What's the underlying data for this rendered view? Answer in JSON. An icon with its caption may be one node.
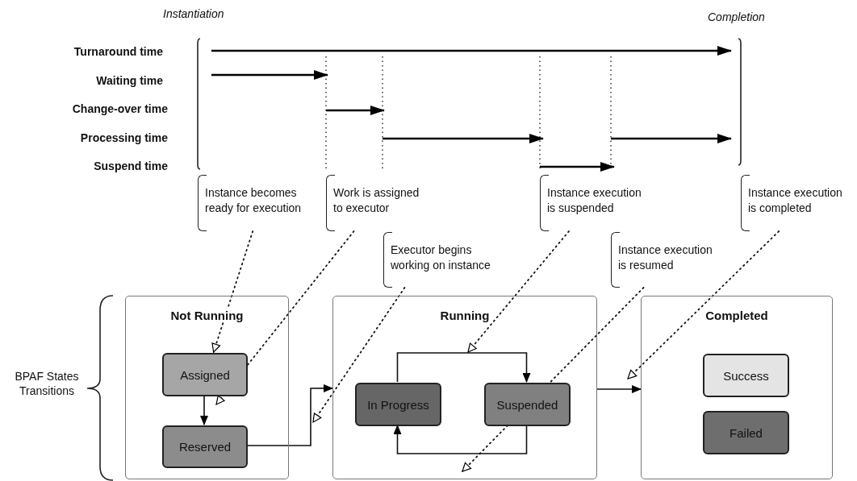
{
  "diagram": {
    "nodes": [
      {
        "text": [
          "Not Running"
        ]
      },
      {
        "text": [
          "Assigned"
        ],
        "in": 0
      },
      {
        "text": [
          "Reserved"
        ],
        "in": 0
      },
      {
        "text": [
          "Running"
        ]
      },
      {
        "text": [
          "In Progress"
        ],
        "in": 3
      },
      {
        "text": [
          "Suspended"
        ],
        "in": 3
      },
      {
        "text": [
          "Completed"
        ]
      },
      {
        "text": [
          "Success"
        ],
        "in": 6
      },
      {
        "text": [
          "Failed"
        ],
        "in": 6
      },
      {
        "text": [
          "Instance becomes ready for execution"
        ]
      },
      {
        "text": [
          "Work is assigned to executor"
        ]
      },
      {
        "text": [
          "Executor begins working on instance"
        ]
      },
      {
        "text": [
          "Instance execution is suspended"
        ]
      },
      {
        "text": [
          "Instance execution is resumed"
        ]
      },
      {
        "text": [
          "Instance execution is completed"
        ]
      }
    ],
    "edges": [
      {
        "from": 1,
        "to": 2,
        "arrow": "to"
      },
      {
        "from": 2,
        "to": 3,
        "arrow": "to"
      },
      {
        "from": 4,
        "to": 5,
        "arrow": "to"
      },
      {
        "from": 5,
        "to": 4,
        "arrow": "to"
      },
      {
        "from": 3,
        "to": 6,
        "arrow": "to"
      },
      {
        "from": 9,
        "to": 1,
        "arrow": "to",
        "style": "dashed"
      },
      {
        "from": 10,
        "to": 1,
        "arrow": "to",
        "style": "dashed"
      },
      {
        "from": 11,
        "to": 3,
        "arrow": "to",
        "style": "dashed"
      },
      {
        "from": 12,
        "to": null,
        "arrow": "to",
        "style": "dashed"
      },
      {
        "from": 13,
        "to": 3,
        "arrow": "to",
        "style": "dashed"
      },
      {
        "from": 14,
        "to": 6,
        "arrow": "to",
        "style": "dashed"
      }
    ],
    "labels": [
      "Instantiation",
      "Completion",
      "Turnaround time",
      "Waiting time",
      "Change-over time",
      "Processing time",
      "Suspend time",
      "BPAF States Transitions"
    ]
  }
}
